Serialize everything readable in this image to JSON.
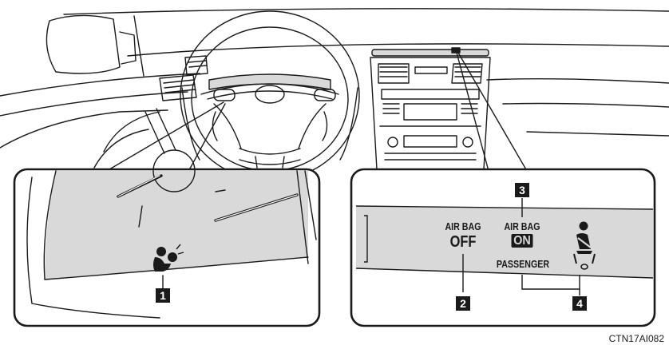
{
  "callouts": {
    "c1": "1",
    "c2": "2",
    "c3": "3",
    "c4": "4"
  },
  "right_panel": {
    "off_indicator": {
      "line1": "AIR BAG",
      "line2": "OFF"
    },
    "on_indicator": {
      "line1": "AIR BAG",
      "line2": "ON"
    },
    "passenger_label": "PASSENGER"
  },
  "figure_code": "CTN17AI082",
  "icons": {
    "airbag_warning": "airbag-warning-icon",
    "seatbelt_reminder": "seatbelt-reminder-icon"
  },
  "colors": {
    "line": "#1a1a1a",
    "panel_gray": "#d9d9d9",
    "background": "#ffffff"
  }
}
